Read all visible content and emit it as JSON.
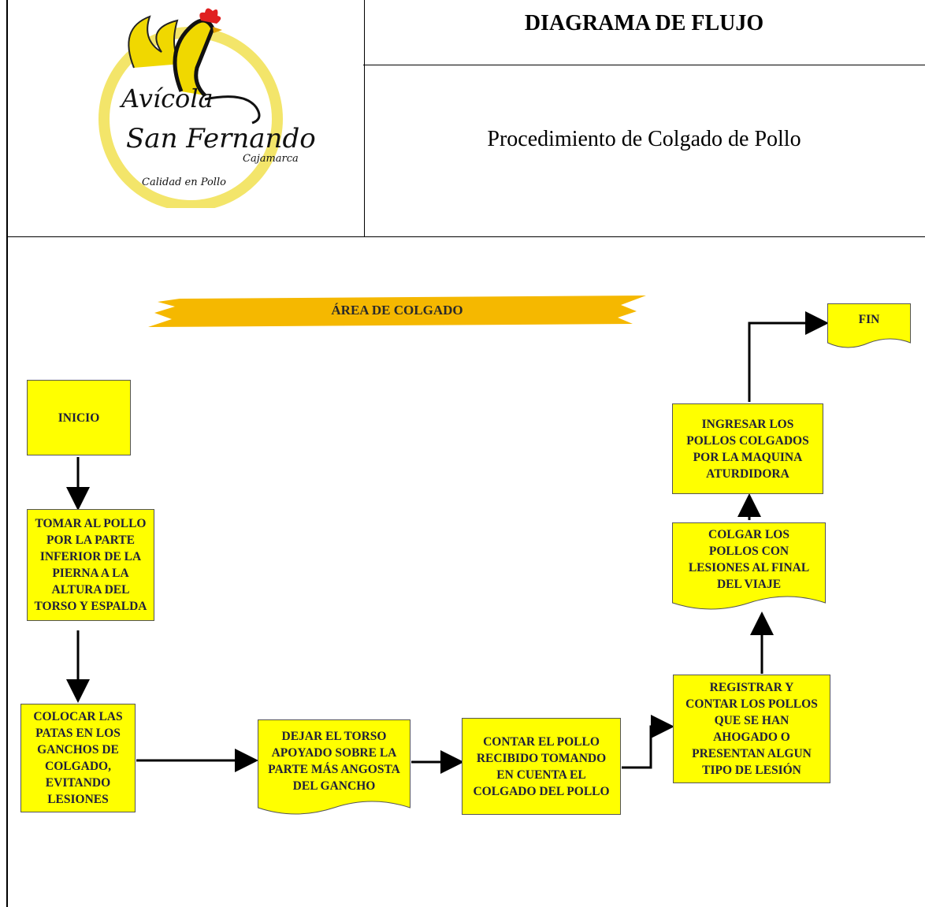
{
  "header": {
    "title": "DIAGRAMA DE FLUJO",
    "subtitle": "Procedimiento de Colgado de Pollo"
  },
  "logo": {
    "line1": "Avícola",
    "line2": "San Fernando",
    "line3": "Cajamarca",
    "line4": "Calidad en Pollo"
  },
  "diagram": {
    "banner": "ÁREA DE COLGADO",
    "nodes": {
      "start": "INICIO",
      "take": "TOMAR AL POLLO\nPOR LA PARTE\nINFERIOR DE LA\nPIERNA A LA\nALTURA DEL\nTORSO Y ESPALDA",
      "place": "COLOCAR LAS\nPATAS EN LOS\nGANCHOS DE\nCOLGADO,\nEVITANDO\nLESIONES",
      "leave": "DEJAR EL TORSO\nAPOYADO SOBRE LA\nPARTE MÁS ANGOSTA\nDEL GANCHO",
      "count": "CONTAR EL POLLO\nRECIBIDO TOMANDO\nEN CUENTA EL\nCOLGADO DEL POLLO",
      "register": "REGISTRAR Y\nCONTAR LOS POLLOS\nQUE SE HAN\nAHOGADO O\nPRESENTAN ALGUN\nTIPO DE LESIÓN",
      "hang": "COLGAR LOS\nPOLLOS CON\nLESIONES AL FINAL\nDEL VIAJE",
      "enter": "INGRESAR LOS\nPOLLOS COLGADOS\nPOR LA MAQUINA\nATURDIDORA",
      "end": "FIN"
    }
  },
  "colors": {
    "node_fill": "#ffff00",
    "banner_fill": "#f5b800",
    "arrow": "#000000"
  }
}
